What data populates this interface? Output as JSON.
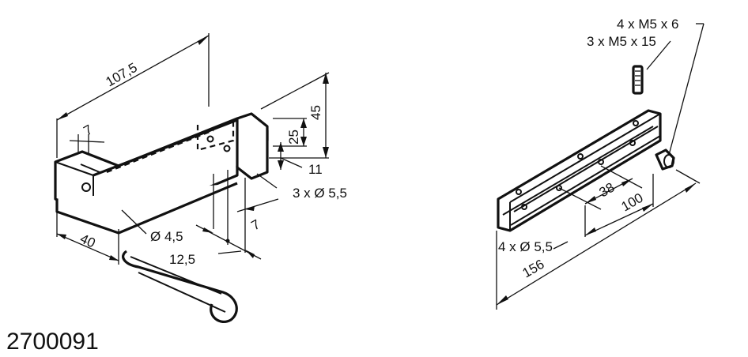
{
  "part_number": "2700091",
  "left_view": {
    "dim_length": "107,5",
    "dim_7_top": "7",
    "dim_45": "45",
    "dim_25": "25",
    "dim_11": "11",
    "dim_holes": "3 x Ø 5,5",
    "dim_d45": "Ø 4,5",
    "dim_7_bottom": "7",
    "dim_12_5": "12,5",
    "dim_40": "40"
  },
  "right_view": {
    "screw_a": "4 x M5 x 6",
    "screw_b": "3 x M5 x 15",
    "dim_38": "38",
    "dim_100": "100",
    "dim_holes": "4 x Ø 5,5",
    "dim_156": "156"
  }
}
